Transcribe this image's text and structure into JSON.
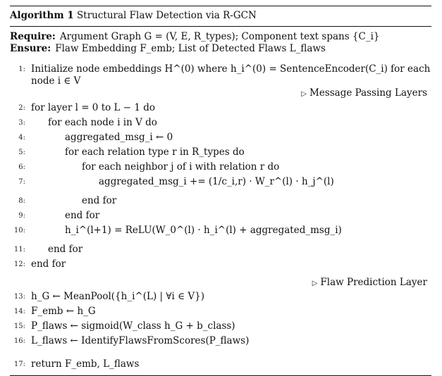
{
  "algorithm": {
    "label": "Algorithm 1",
    "title": "Structural Flaw Detection via R-GCN"
  },
  "require": {
    "keyword": "Require:",
    "text": "Argument Graph G = (V, E, R_types); Component text spans {C_i}"
  },
  "ensure": {
    "keyword": "Ensure:",
    "text": "Flaw Embedding F_emb; List of Detected Flaws L_flaws"
  },
  "comments": {
    "message_passing": "Message Passing Layers",
    "flaw_prediction": "Flaw Prediction Layer"
  },
  "lines": [
    {
      "n": "1:",
      "text": "Initialize node embeddings H^(0) where h_i^(0) = SentenceEncoder(C_i) for each node i ∈ V"
    },
    {
      "n": "2:",
      "text": "for layer l = 0 to L − 1 do"
    },
    {
      "n": "3:",
      "text": "for each node i in V do"
    },
    {
      "n": "4:",
      "text": "aggregated_msg_i ← 0"
    },
    {
      "n": "5:",
      "text": "for each relation type r in R_types do"
    },
    {
      "n": "6:",
      "text": "for each neighbor j of i with relation r do"
    },
    {
      "n": "7:",
      "text": "aggregated_msg_i += (1/c_i,r) · W_r^(l) · h_j^(l)"
    },
    {
      "n": "8:",
      "text": "end for"
    },
    {
      "n": "9:",
      "text": "end for"
    },
    {
      "n": "10:",
      "text": "h_i^(l+1) = ReLU(W_0^(l) · h_i^(l) + aggregated_msg_i)"
    },
    {
      "n": "11:",
      "text": "end for"
    },
    {
      "n": "12:",
      "text": "end for"
    },
    {
      "n": "13:",
      "text": "h_G ← MeanPool({h_i^(L) | ∀i ∈ V})"
    },
    {
      "n": "14:",
      "text": "F_emb ← h_G"
    },
    {
      "n": "15:",
      "text": "P_flaws ← sigmoid(W_class h_G + b_class)"
    },
    {
      "n": "16:",
      "text": "L_flaws ← IdentifyFlawsFromScores(P_flaws)"
    },
    {
      "n": "17:",
      "text": "return F_emb, L_flaws"
    }
  ]
}
